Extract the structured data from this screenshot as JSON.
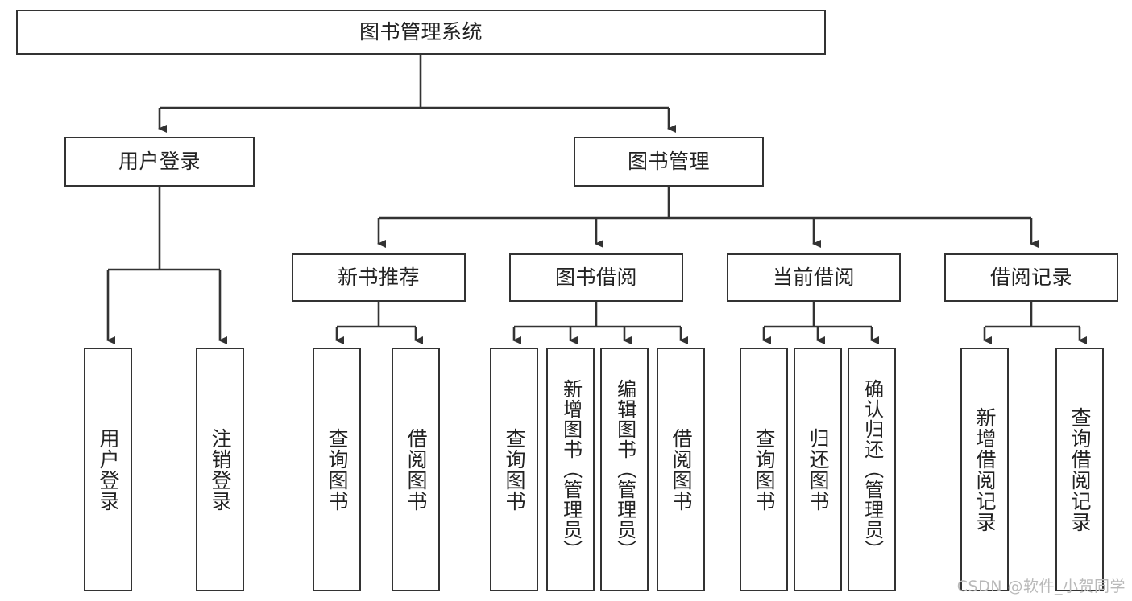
{
  "diagram": {
    "type": "tree",
    "title": "图书管理系统",
    "orientation": "top-down",
    "stroke_color": "#333333",
    "fill_color": "#ffffff",
    "text_color": "#222222"
  },
  "watermark": {
    "text": "CSDN @软件_小贺同学",
    "color": "#b9b9b9"
  },
  "nodes": {
    "root": {
      "label": "图书管理系统"
    },
    "level2": [
      {
        "label": "用户登录"
      },
      {
        "label": "图书管理"
      }
    ],
    "level3": [
      {
        "label": "新书推荐"
      },
      {
        "label": "图书借阅"
      },
      {
        "label": "当前借阅"
      },
      {
        "label": "借阅记录"
      }
    ],
    "leaves": {
      "user_login": [
        {
          "label": "用户登录"
        },
        {
          "label": "注销登录"
        }
      ],
      "new_book_recommend": [
        {
          "label": "查询图书"
        },
        {
          "label": "借阅图书"
        }
      ],
      "book_borrow": [
        {
          "label": "查询图书"
        },
        {
          "label": "新增图书（管理员）"
        },
        {
          "label": "编辑图书（管理员）"
        },
        {
          "label": "借阅图书"
        }
      ],
      "current_borrow": [
        {
          "label": "查询图书"
        },
        {
          "label": "归还图书"
        },
        {
          "label": "确认归还（管理员）"
        }
      ],
      "borrow_records": [
        {
          "label": "新增借阅记录"
        },
        {
          "label": "查询借阅记录"
        }
      ]
    }
  },
  "edges": [
    {
      "from": "图书管理系统",
      "to": "用户登录"
    },
    {
      "from": "图书管理系统",
      "to": "图书管理"
    },
    {
      "from": "图书管理",
      "to": "新书推荐"
    },
    {
      "from": "图书管理",
      "to": "图书借阅"
    },
    {
      "from": "图书管理",
      "to": "当前借阅"
    },
    {
      "from": "图书管理",
      "to": "借阅记录"
    },
    {
      "from": "用户登录",
      "to": "用户登录"
    },
    {
      "from": "用户登录",
      "to": "注销登录"
    },
    {
      "from": "新书推荐",
      "to": "查询图书"
    },
    {
      "from": "新书推荐",
      "to": "借阅图书"
    },
    {
      "from": "图书借阅",
      "to": "查询图书"
    },
    {
      "from": "图书借阅",
      "to": "新增图书（管理员）"
    },
    {
      "from": "图书借阅",
      "to": "编辑图书（管理员）"
    },
    {
      "from": "图书借阅",
      "to": "借阅图书"
    },
    {
      "from": "当前借阅",
      "to": "查询图书"
    },
    {
      "from": "当前借阅",
      "to": "归还图书"
    },
    {
      "from": "当前借阅",
      "to": "确认归还（管理员）"
    },
    {
      "from": "借阅记录",
      "to": "新增借阅记录"
    },
    {
      "from": "借阅记录",
      "to": "查询借阅记录"
    }
  ]
}
